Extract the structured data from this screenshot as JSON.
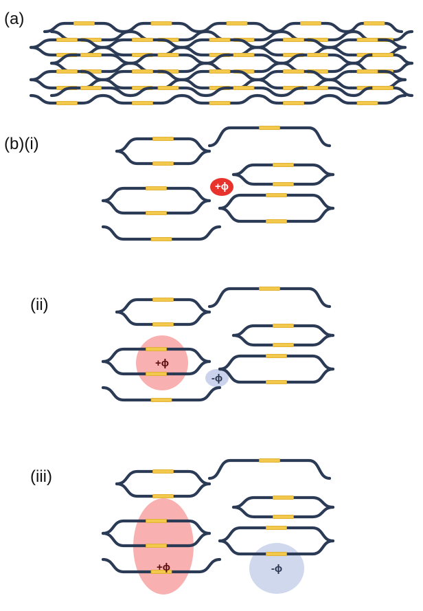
{
  "labels": {
    "a": "(a)",
    "b_i": "(b)(i)",
    "ii": "(ii)",
    "iii": "(iii)"
  },
  "annotations": {
    "b_i_phase": "+ϕ",
    "ii_plus": "+ϕ",
    "ii_minus": "-ϕ",
    "iii_plus": "+ϕ",
    "iii_minus": "-ϕ"
  },
  "colors": {
    "waveguide": "#2b3a55",
    "phase_shifter": "#f2c94c",
    "plus_phase_strong": "#e8322c",
    "plus_phase_light": "#f8a7a7",
    "minus_phase_light": "#c7d1ea",
    "plus_text": "#5a0c0c",
    "minus_text": "#2a3550"
  }
}
